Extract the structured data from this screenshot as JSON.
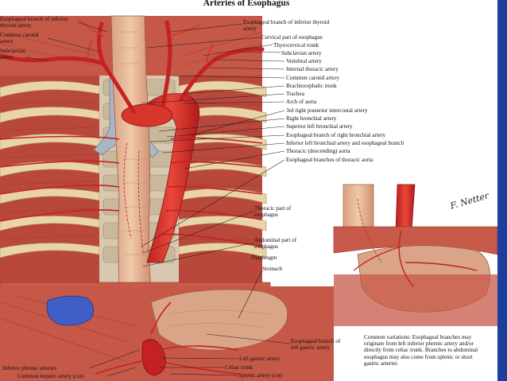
{
  "slide": {
    "title": "Arteries of Esophagus",
    "signature": "F. Netter",
    "accent_color": "#1c3f9b",
    "background_color": "#ffffff"
  },
  "labels_left": [
    "Esophageal branch of inferior thyroid artery",
    "Common carotid artery",
    "Subclavian artery"
  ],
  "labels_right": [
    "Esophageal branch of inferior thyroid artery",
    "Cervical part of esophagus",
    "Thyrocervical trunk",
    "Subclavian artery",
    "Vertebral artery",
    "Internal thoracic artery",
    "Common carotid artery",
    "Brachiocephalic trunk",
    "Trachea",
    "Arch of aorta",
    "3rd right posterior intercostal artery",
    "Right bronchial artery",
    "Superior left bronchial artery",
    "Esophageal branch of right bronchial artery",
    "Inferior left bronchial artery and esophageal branch",
    "Thoracic (descending) aorta",
    "Esophageal branches of thoracic aorta"
  ],
  "labels_mid": {
    "thoracic": "Thoracic part of esophagus",
    "abdominal": "Abdominal part of esophagus",
    "diaphragm": "Diaphragm",
    "stomach": "Stomach"
  },
  "labels_bottom": [
    "Esophageal branch of left gastric artery",
    "Left gastric artery",
    "Celiac trunk",
    "Splenic artery (cut)",
    "Inferior phrenic arteries",
    "Common hepatic artery (cut)"
  ],
  "note": "Common variations: Esophageal branches may originate from left inferior phrenic artery and/or directly from celiac trunk. Branches to abdominal esophagus may also come from splenic or short gastric arteries"
}
